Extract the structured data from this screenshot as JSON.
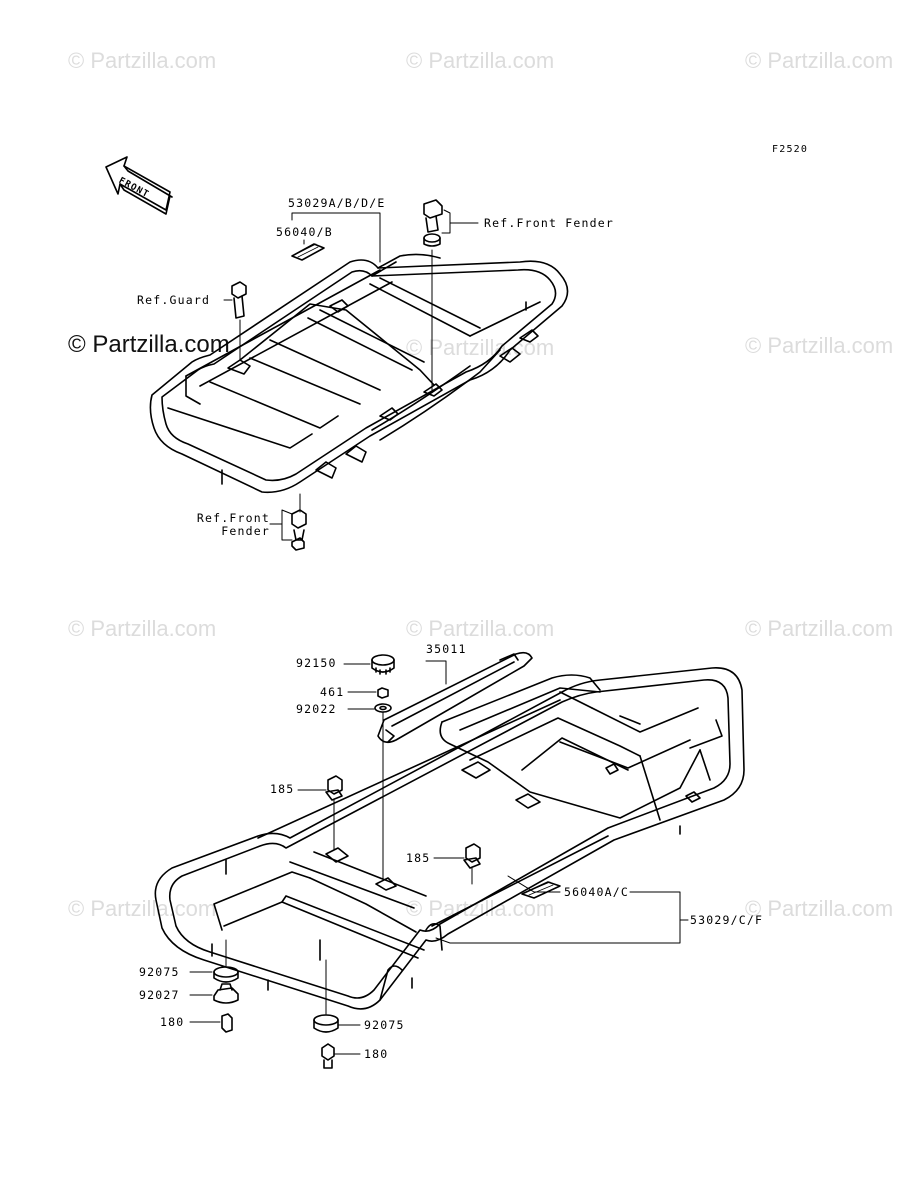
{
  "figure_code": "F2520",
  "direction_arrow": "FRONT",
  "watermark": "© Partzilla.com",
  "labels": {
    "top_carrier": "53029A/B/D/E",
    "top_label_decal": "56040/B",
    "top_ref_front_fender": "Ref.Front Fender",
    "top_ref_guard": "Ref.Guard",
    "top_ref_front_fender_bottom_1": "Ref.Front",
    "top_ref_front_fender_bottom_2": "Fender",
    "knob": "92150",
    "bar": "35011",
    "nut": "461",
    "washer": "92022",
    "bolt_left": "185",
    "bolt_right": "185",
    "bottom_label_decal": "56040A/C",
    "bottom_carrier": "53029/C/F",
    "damper_left": "92075",
    "collar_left": "92027",
    "bolt_180_left": "180",
    "damper_right": "92075",
    "bolt_180_right": "180"
  }
}
